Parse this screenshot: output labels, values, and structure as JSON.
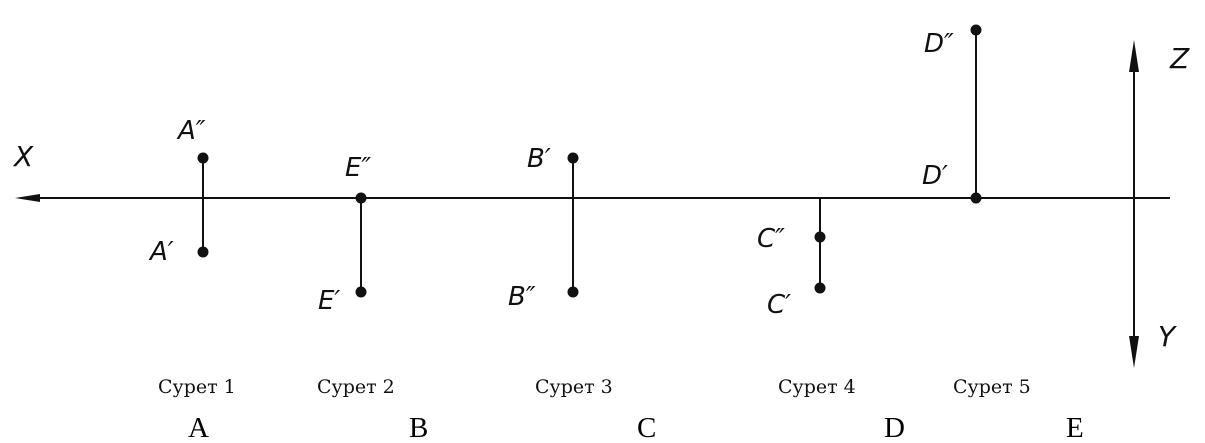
{
  "axes": {
    "x": "X",
    "z": "Z",
    "y": "Y"
  },
  "figures": [
    {
      "id": "fig1",
      "top": "A″",
      "bottom": "A′",
      "caption": "Сурет 1",
      "answer": "A"
    },
    {
      "id": "fig2",
      "top": "E″",
      "bottom": "E′",
      "caption": "Сурет 2",
      "answer": "B"
    },
    {
      "id": "fig3",
      "top": "B′",
      "bottom": "B″",
      "caption": "Сурет 3",
      "answer": "C"
    },
    {
      "id": "fig4",
      "top": "C″",
      "bottom": "C′",
      "caption": "Сурет 4",
      "answer": "D"
    },
    {
      "id": "fig5",
      "top": "D″",
      "bottom": "D′",
      "caption": "Сурет 5",
      "answer": "E"
    }
  ],
  "colors": {
    "ink": "#111111",
    "background": "#ffffff"
  }
}
